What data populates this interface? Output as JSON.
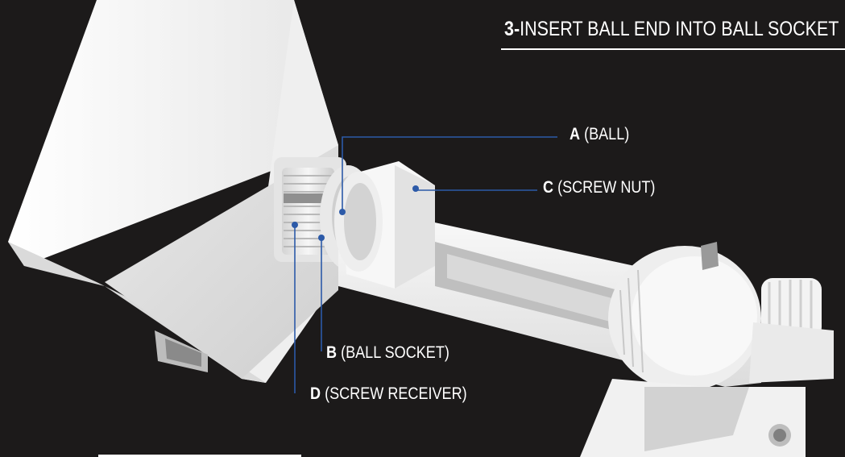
{
  "step": {
    "number": "3-",
    "text": "INSERT BALL END INTO BALL SOCKET"
  },
  "callouts": {
    "a": {
      "letter": "A",
      "text": " (BALL)"
    },
    "b": {
      "letter": "B",
      "text": " (BALL SOCKET)"
    },
    "c": {
      "letter": "C",
      "text": " (SCREW NUT)"
    },
    "d": {
      "letter": "D",
      "text": " (SCREW RECEIVER)"
    }
  },
  "colors": {
    "background": "#1c1a1a",
    "leader_line": "#2c5aa8",
    "label_text": "#ffffff",
    "part": "#f2f2f2"
  }
}
